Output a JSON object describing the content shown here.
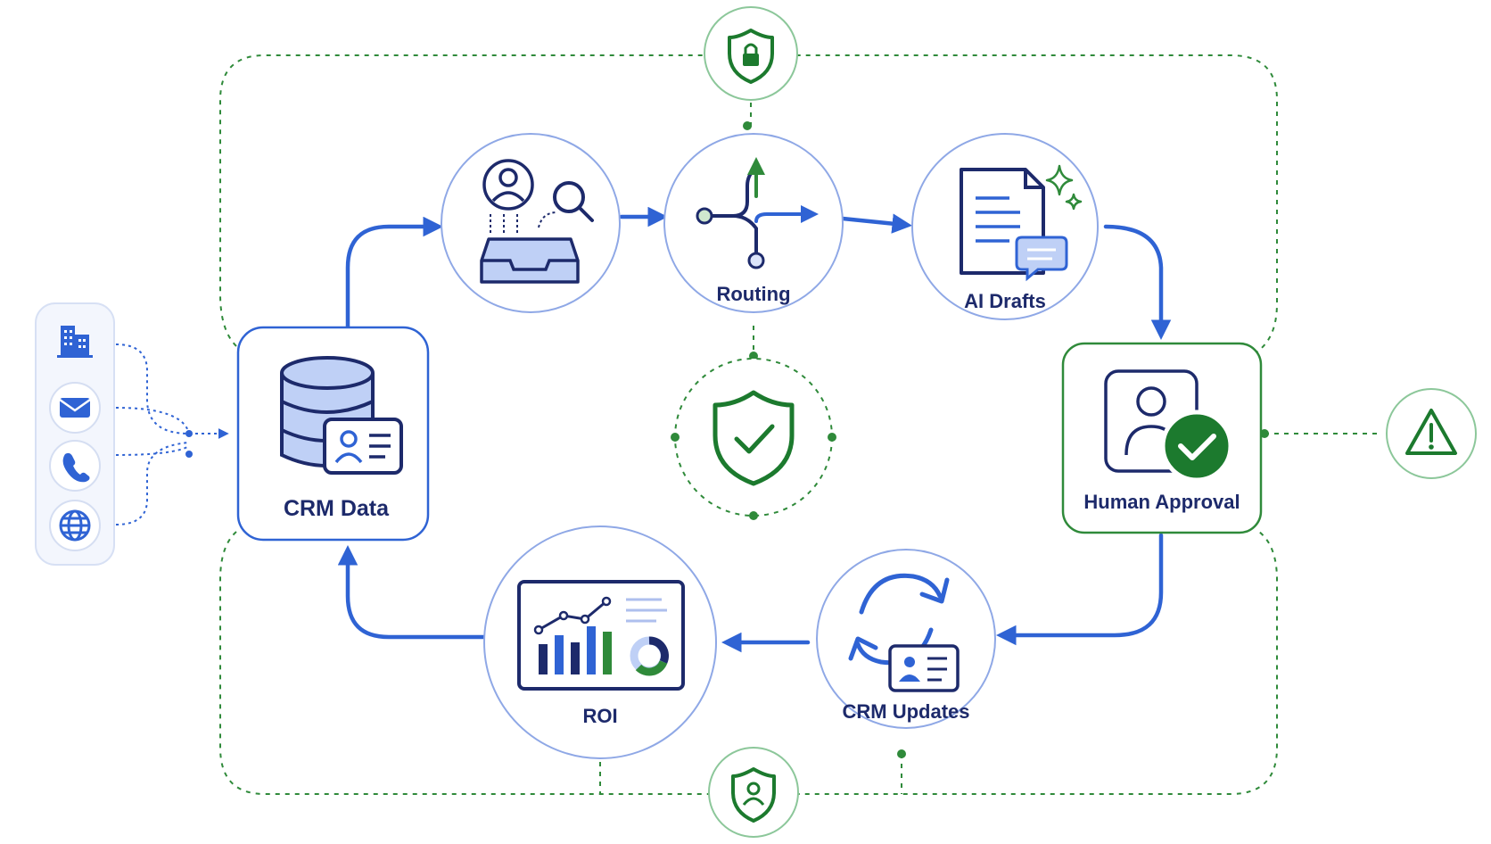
{
  "colors": {
    "blue": "#2f63d4",
    "navy": "#1d2a6b",
    "light_blue": "#aebfee",
    "fill_blue": "#bfd0f6",
    "green": "#2f8a3a",
    "dark_green": "#1c7a2e",
    "node_border": "#8fa8e6",
    "green_border": "#8cc79a"
  },
  "inputs": {
    "icons": [
      "building-icon",
      "mail-icon",
      "phone-icon",
      "globe-icon"
    ]
  },
  "nodes": {
    "intake": {
      "label": ""
    },
    "routing": {
      "label": "Routing"
    },
    "drafts": {
      "label": "AI Drafts"
    },
    "approval": {
      "label": "Human Approval"
    },
    "updates": {
      "label": "CRM Updates"
    },
    "roi": {
      "label": "ROI"
    },
    "crm": {
      "label": "CRM Data"
    }
  },
  "guard_icons": {
    "top": "lock-shield-icon",
    "center": "check-shield-icon",
    "bottom": "user-shield-icon",
    "right": "warning-icon"
  }
}
